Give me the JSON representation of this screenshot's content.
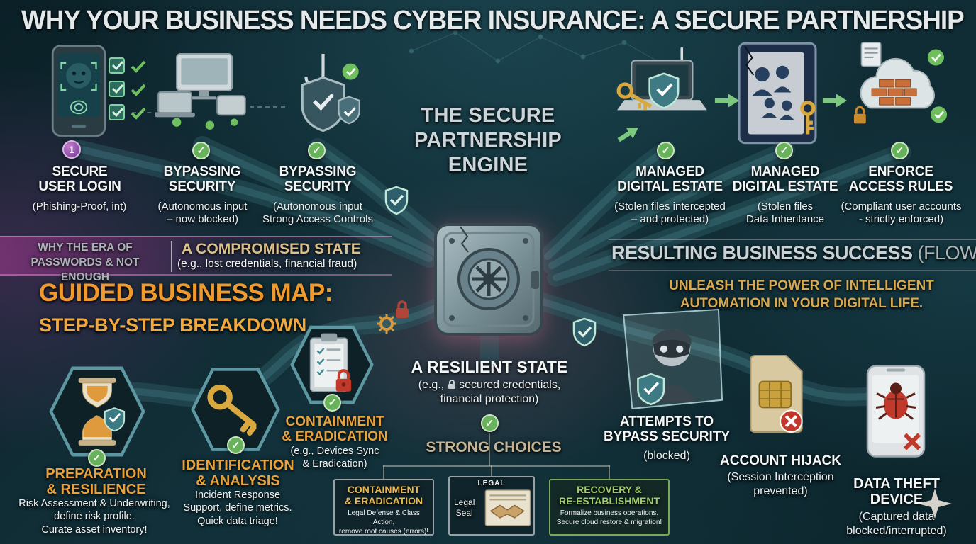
{
  "title": "WHY YOUR BUSINESS NEEDS CYBER INSURANCE: A SECURE PARTNERSHIP",
  "icons": {
    "check": "✓",
    "cross": "×",
    "one": "1"
  },
  "top_left": {
    "items": [
      {
        "line1": "SECURE",
        "line2": "USER LOGIN",
        "sub1": "(Phishing-Proof, int)",
        "sub2": ""
      },
      {
        "line1": "BYPASSING",
        "line2": "SECURITY",
        "sub1": "(Autonomous input",
        "sub2": "– now blocked)"
      },
      {
        "line1": "BYPASSING",
        "line2": "SECURITY",
        "sub1": "(Autonomous input",
        "sub2": "Strong Access Controls"
      }
    ]
  },
  "engine": {
    "line1": "THE SECURE",
    "line2": "PARTNERSHIP",
    "line3": "ENGINE"
  },
  "top_right": {
    "items": [
      {
        "line1": "MANAGED",
        "line2": "DIGITAL ESTATE",
        "sub1": "(Stolen files intercepted",
        "sub2": "– and protected)"
      },
      {
        "line1": "MANAGED",
        "line2": "DIGITAL ESTATE",
        "sub1": "(Stolen files",
        "sub2": "Data Inheritance"
      },
      {
        "line1": "ENFORCE",
        "line2": "ACCESS RULES",
        "sub1": "(Compliant user accounts",
        "sub2": "- strictly enforced)"
      }
    ]
  },
  "compromised": {
    "era_line1": "WHY THE ERA OF",
    "era_line2": "PASSWORDS & NOT ENOUGH",
    "title": "A COMPROMISED STATE",
    "sub": "(e.g., lost credentials, financial fraud)"
  },
  "success": {
    "title": "RESULTING BUSINESS SUCCESS",
    "suffix": "(FLOW)",
    "sub1": "UNLEASH THE POWER OF INTELLIGENT",
    "sub2": "AUTOMATION IN YOUR DIGITAL LIFE."
  },
  "guided": {
    "line1": "GUIDED BUSINESS MAP:",
    "line2": "STEP-BY-STEP BREAKDOWN"
  },
  "resilient": {
    "title": "A RESILIENT STATE",
    "sub_prefix": "(e.g.,",
    "sub1": "secured credentials,",
    "sub2": "financial protection)"
  },
  "strong": {
    "title": "STRONG CHOICES"
  },
  "steps": {
    "items": [
      {
        "t1": "PREPARATION",
        "t2": "& RESILIENCE",
        "d1": "Risk Assessment & Underwriting,",
        "d2": "define risk profile.",
        "d3": "Curate asset inventory!"
      },
      {
        "t1": "IDENTIFICATION",
        "t2": "& ANALYSIS",
        "d1": "Incident Response",
        "d2": "Support, define metrics.",
        "d3": "Quick data triage!"
      },
      {
        "t1": "CONTAINMENT",
        "t2": "& ERADICATION",
        "d1": "(e.g., Devices Sync",
        "d2": "& Eradication)",
        "d3": ""
      }
    ]
  },
  "choices": {
    "box1": {
      "t1": "CONTAINMENT",
      "t2": "& ERADICATION",
      "d1": "Legal Defense & Class Action,",
      "d2": "remove root causes (errors)!"
    },
    "box2": {
      "tag": "LEGAL",
      "l1": "Legal",
      "l2": "Seal"
    },
    "box3": {
      "t1": "RECOVERY &",
      "t2": "RE-ESTABLISHMENT",
      "d1": "Formalize business operations.",
      "d2": "Secure cloud restore & migration!"
    }
  },
  "threats": {
    "items": [
      {
        "t1": "ATTEMPTS TO",
        "t2": "BYPASS SECURITY",
        "s1": "(blocked)",
        "s2": ""
      },
      {
        "t1": "ACCOUNT HIJACK",
        "t2": "",
        "s1": "(Session Interception",
        "s2": "prevented)"
      },
      {
        "t1": "DATA THEFT",
        "t2": "DEVICE",
        "s1": "(Captured data",
        "s2": "blocked/interrupted)"
      }
    ]
  },
  "colors": {
    "orange": "#f09a2e",
    "amber": "#e0b878",
    "green": "#67b25a",
    "teal": "#3d7a84",
    "pink": "#c85fa8"
  }
}
